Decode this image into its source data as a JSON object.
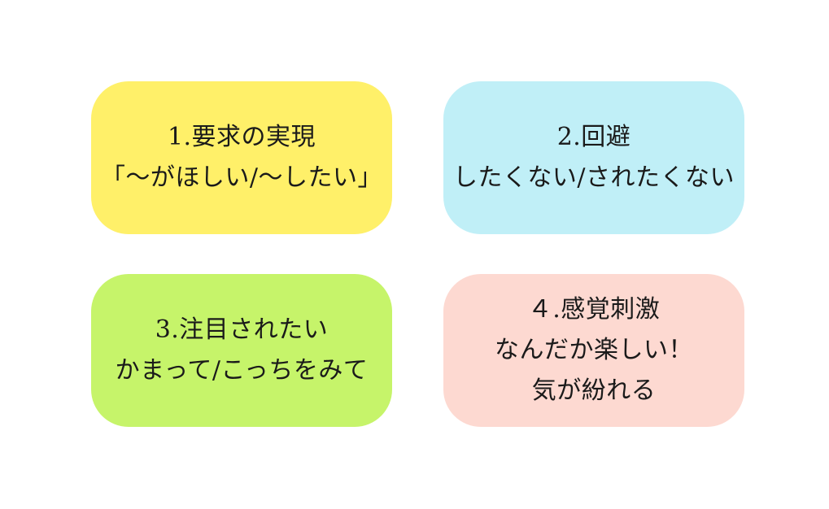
{
  "cards": [
    {
      "color": "#fff069",
      "lines": [
        "1.要求の実現",
        "「〜がほしい/〜したい」"
      ]
    },
    {
      "color": "#c0eff7",
      "lines": [
        "2.回避",
        "したくない/されたくない"
      ]
    },
    {
      "color": "#c6f46a",
      "lines": [
        "3.注目されたい",
        "かまって/こっちをみて"
      ]
    },
    {
      "color": "#fdd9d1",
      "lines": [
        "４.感覚刺激",
        "なんだか楽しい！",
        "気が紛れる"
      ]
    }
  ]
}
